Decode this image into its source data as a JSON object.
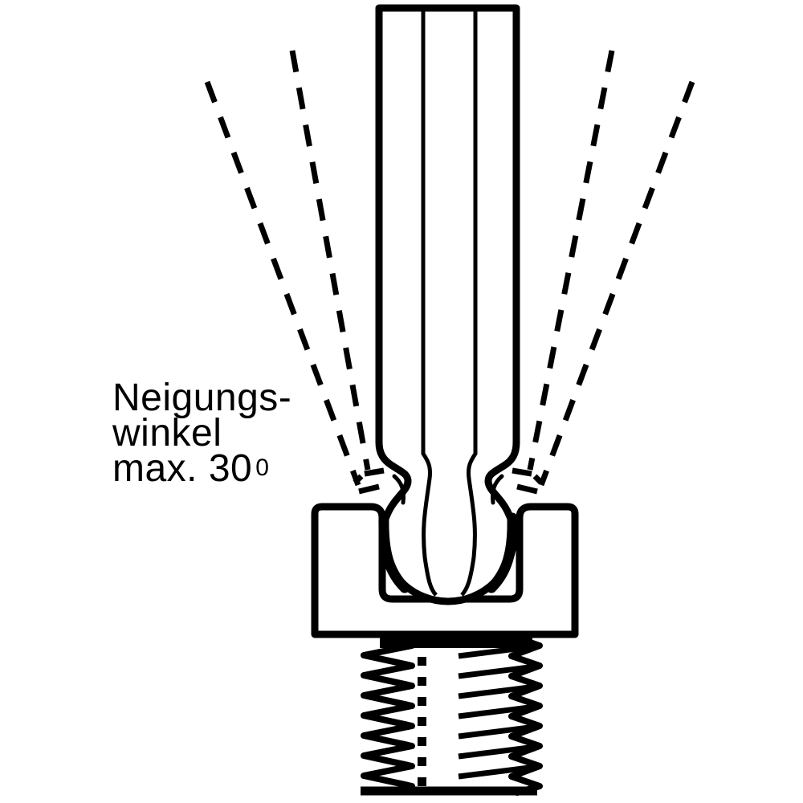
{
  "diagram": {
    "kind": "technical-illustration",
    "subject": "ball-end-hex-key-in-screw-socket",
    "tilt_angle_max_degrees_shown": "30",
    "colors": {
      "ink": "#000000",
      "background": "#ffffff"
    },
    "label": {
      "line1": "Neigungs-",
      "line2": "winkel",
      "line3": "max. 30",
      "degree_superscript": "0"
    },
    "parts": [
      "hex-key-shaft",
      "ball-end",
      "screw-head-socket",
      "threaded-shank",
      "tilt-angle-dashed-lines"
    ]
  }
}
